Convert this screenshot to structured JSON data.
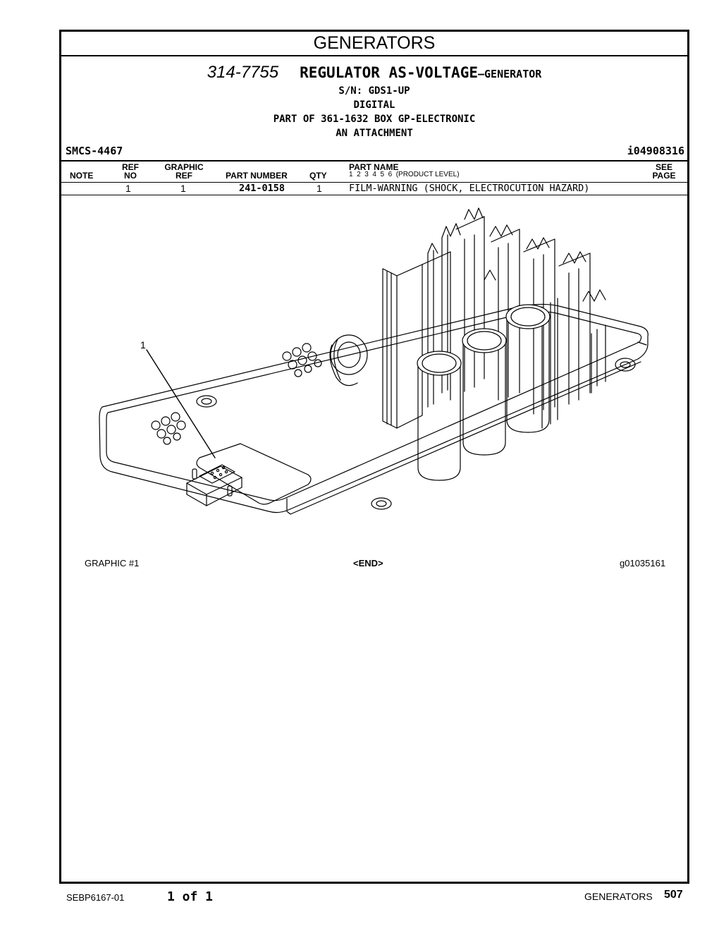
{
  "section_title": "GENERATORS",
  "title": {
    "part_number": "314-7755",
    "name": "REGULATOR AS-VOLTAGE",
    "suffix": "—GENERATOR"
  },
  "info_lines": [
    "S/N: GDS1-UP",
    "DIGITAL",
    "PART OF 361-1632 BOX GP-ELECTRONIC",
    "AN ATTACHMENT"
  ],
  "smcs": "SMCS-4467",
  "illustration_id": "i04908316",
  "table": {
    "headers": {
      "note": "NOTE",
      "ref_no_1": "REF",
      "ref_no_2": "NO",
      "graphic_ref_1": "GRAPHIC",
      "graphic_ref_2": "REF",
      "part_number": "PART NUMBER",
      "qty": "QTY",
      "part_name": "PART NAME",
      "product_level": "1  2  3  4  5  6  (PRODUCT LEVEL)",
      "see_page_1": "SEE",
      "see_page_2": "PAGE"
    },
    "rows": [
      {
        "note": "",
        "ref_no": "1",
        "graphic_ref": "1",
        "part_number": "241-0158",
        "qty": "1",
        "part_name": "FILM-WARNING (SHOCK, ELECTROCUTION HAZARD)",
        "see_page": ""
      }
    ]
  },
  "graphic": {
    "callout": "1",
    "caption_left": "GRAPHIC #1",
    "caption_center": "<END>",
    "caption_right": "g01035161"
  },
  "footer": {
    "doc_id": "SEBP6167-01",
    "page_of": "1 of 1",
    "section": "GENERATORS",
    "page_number": "507"
  }
}
